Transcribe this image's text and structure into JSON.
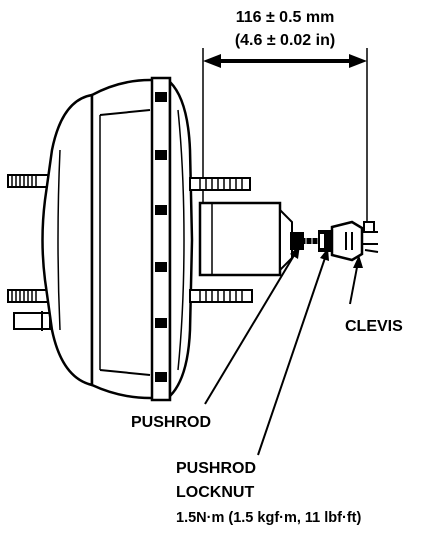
{
  "dimension": {
    "line1": "116 ± 0.5 mm",
    "line2": "(4.6 ± 0.02 in)"
  },
  "labels": {
    "clevis": "CLEVIS",
    "pushrod": "PUSHROD",
    "locknut_line1": "PUSHROD",
    "locknut_line2": "LOCKNUT",
    "torque": "1.5N·m (1.5 kgf·m, 11 lbf·ft)"
  }
}
